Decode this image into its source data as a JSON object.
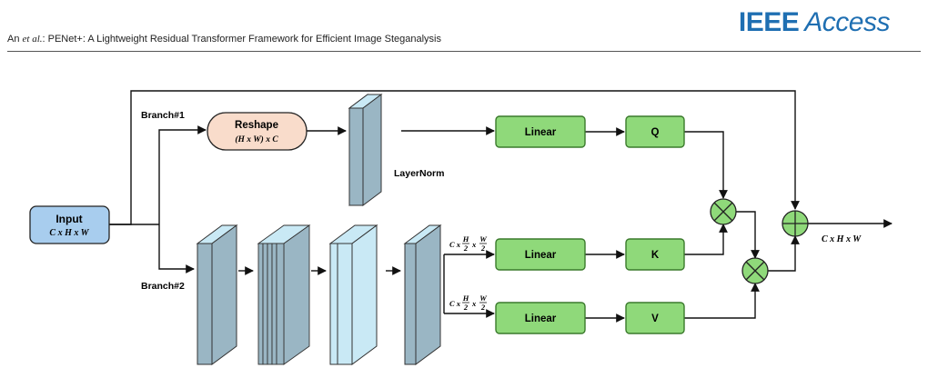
{
  "header": {
    "journal_strong": "IEEE",
    "journal_light": "Access",
    "running_head_pre": "An ",
    "running_head_etal": "et al.",
    "running_head_post": ": PENet+: A Lightweight Residual Transformer Framework for Efficient Image Steganalysis"
  },
  "diagram": {
    "input": {
      "title": "Input",
      "dims": "C x H x W"
    },
    "branch1_label": "Branch#1",
    "branch2_label": "Branch#2",
    "reshape": {
      "title": "Reshape",
      "dims": "(H x W) x C"
    },
    "layernorm_label": "LayerNorm",
    "linear_label": "Linear",
    "q_label": "Q",
    "k_label": "K",
    "v_label": "V",
    "kv_dims": {
      "c": "C x",
      "h": "H",
      "two": "2",
      "x": "x",
      "w": "W"
    },
    "output_dims": "C x H x W",
    "colors": {
      "input_fill": "#a8cdee",
      "reshape_fill": "#f9dccb",
      "linear_fill": "#8fd97a",
      "linear_stroke": "#3a7a2c",
      "plate_front": "#9ab6c4",
      "plate_side": "#c9e9f5",
      "circle_fill": "#8fd97a"
    }
  }
}
